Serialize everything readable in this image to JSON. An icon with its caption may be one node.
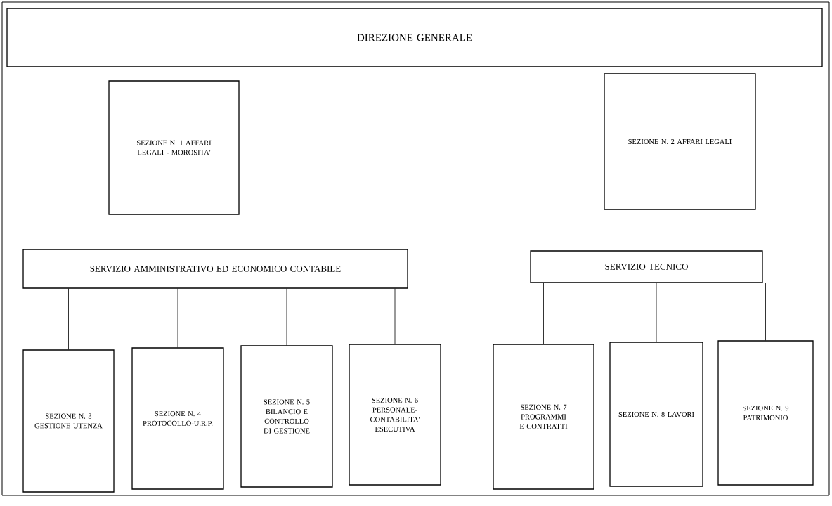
{
  "diagram": {
    "nodes": [
      {
        "text": [
          "DIREZIONE GENERALE"
        ]
      },
      {
        "text": [
          "SEZIONE N. 1 AFFARI LEGALI - MOROSITA'"
        ]
      },
      {
        "text": [
          "SEZIONE N. 2 AFFARI LEGALI"
        ]
      },
      {
        "text": [
          "SERVIZIO AMMINISTRATIVO ED ECONOMICO CONTABILE"
        ]
      },
      {
        "text": [
          "SERVIZIO TECNICO"
        ]
      },
      {
        "text": [
          "SEZIONE N. 3 GESTIONE UTENZA"
        ]
      },
      {
        "text": [
          "SEZIONE N. 4 PROTOCOLLO-U.R.P."
        ]
      },
      {
        "text": [
          "SEZIONE N. 5 BILANCIO E CONTROLLO DI GESTIONE"
        ]
      },
      {
        "text": [
          "SEZIONE N. 6 PERSONALE-CONTABILITA' ESECUTIVA"
        ]
      },
      {
        "text": [
          "SEZIONE N. 7 PROGRAMMI E CONTRATTI"
        ]
      },
      {
        "text": [
          "SEZIONE N. 8 LAVORI"
        ]
      },
      {
        "text": [
          "SEZIONE N. 9 PATRIMONIO"
        ]
      }
    ],
    "edges": [
      {
        "from": 3,
        "to": 5,
        "arrow": "none"
      },
      {
        "from": 3,
        "to": 6,
        "arrow": "none"
      },
      {
        "from": 3,
        "to": 7,
        "arrow": "none"
      },
      {
        "from": 3,
        "to": 8,
        "arrow": "none"
      },
      {
        "from": 4,
        "to": 9,
        "arrow": "none"
      },
      {
        "from": 4,
        "to": 10,
        "arrow": "none"
      },
      {
        "from": 4,
        "to": 11,
        "arrow": "none"
      }
    ]
  }
}
